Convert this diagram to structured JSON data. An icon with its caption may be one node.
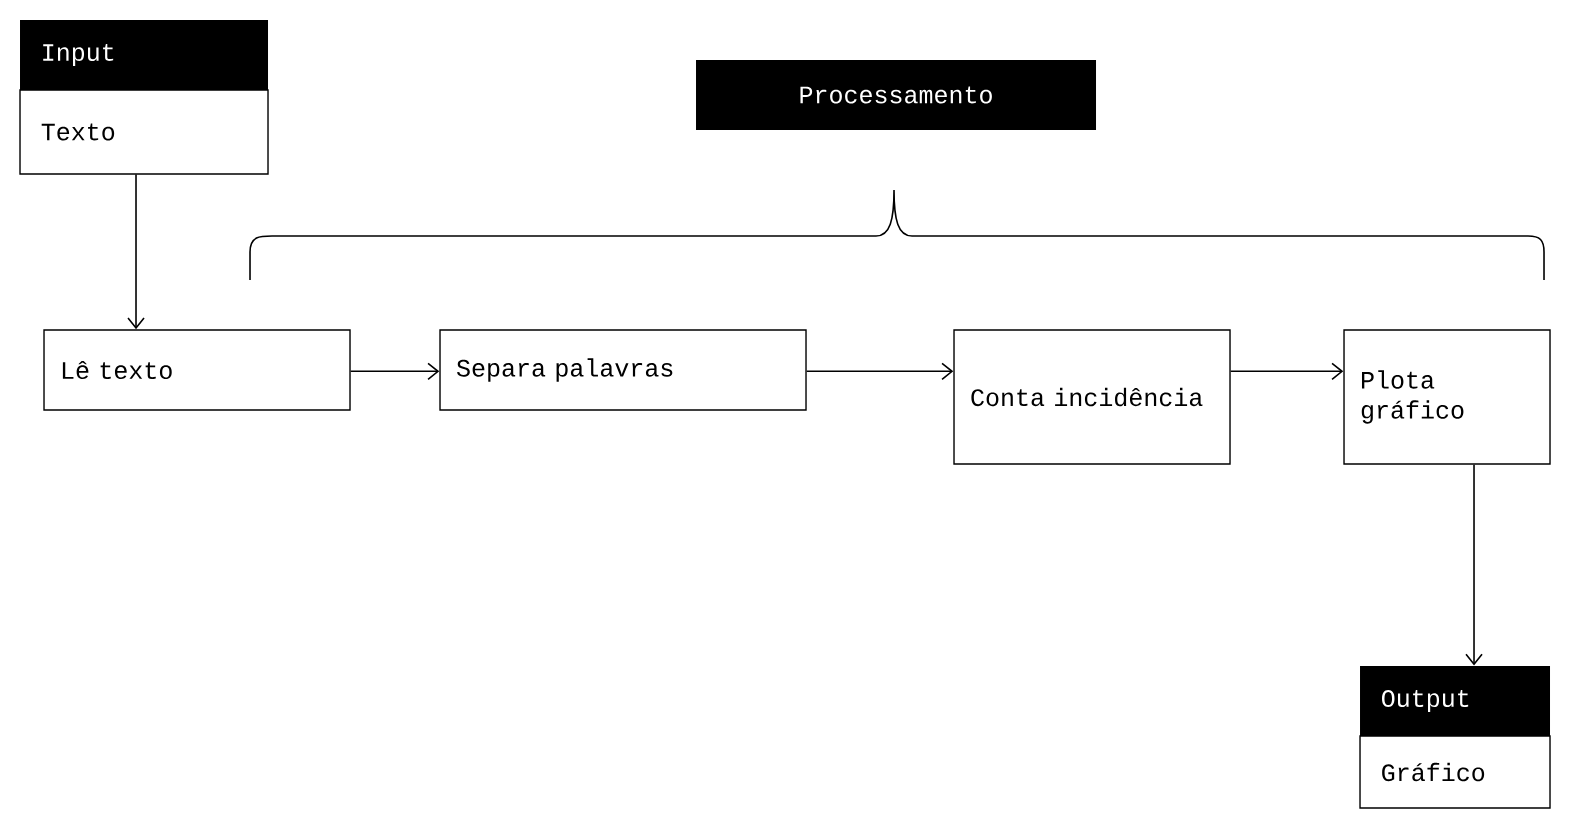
{
  "diagram": {
    "nodes": [
      {
        "text": [
          "Input",
          "Texto"
        ]
      },
      {
        "text": [
          "Processamento"
        ]
      },
      {
        "text": [
          "Lê texto"
        ]
      },
      {
        "text": [
          "Separa palavras"
        ]
      },
      {
        "text": [
          "Conta incidência"
        ]
      },
      {
        "text": [
          "Plota gráfico"
        ]
      },
      {
        "text": [
          "Output",
          "Gráfico"
        ]
      }
    ],
    "edges": [
      {
        "from": 0,
        "to": 2,
        "arrow": "to"
      },
      {
        "from": 2,
        "to": 3,
        "arrow": "to"
      },
      {
        "from": 3,
        "to": 4,
        "arrow": "to"
      },
      {
        "from": 4,
        "to": 5,
        "arrow": "to"
      },
      {
        "from": 5,
        "to": 6,
        "arrow": "to"
      }
    ]
  }
}
